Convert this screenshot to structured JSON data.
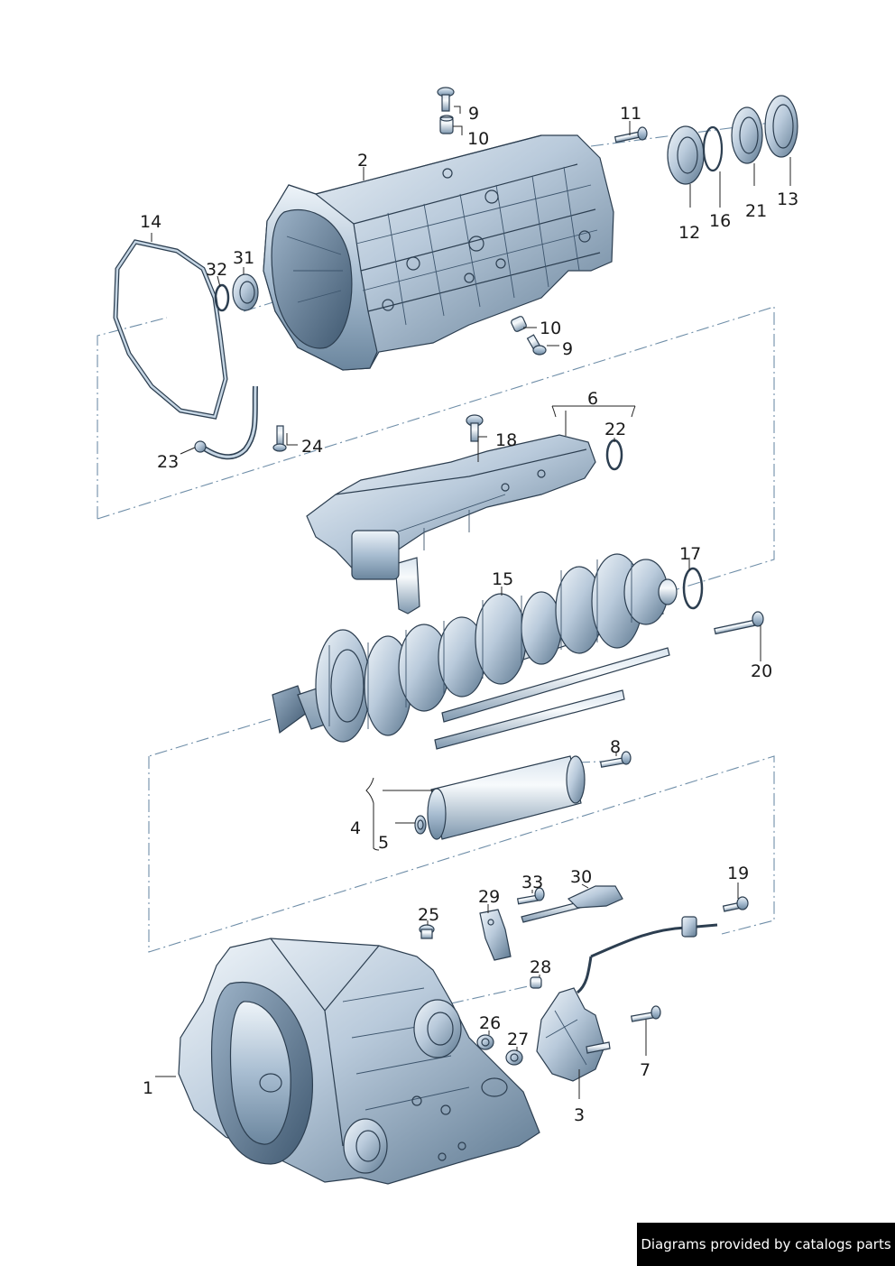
{
  "diagram": {
    "callouts": {
      "c1": "1",
      "c2": "2",
      "c3": "3",
      "c4": "4",
      "c5": "5",
      "c6": "6",
      "c7": "7",
      "c8": "8",
      "c9a": "9",
      "c9b": "9",
      "c10a": "10",
      "c10b": "10",
      "c11": "11",
      "c12": "12",
      "c13": "13",
      "c14": "14",
      "c15": "15",
      "c16": "16",
      "c17": "17",
      "c18": "18",
      "c19": "19",
      "c20": "20",
      "c21": "21",
      "c22": "22",
      "c23": "23",
      "c24": "24",
      "c25": "25",
      "c26": "26",
      "c27": "27",
      "c28": "28",
      "c29": "29",
      "c30": "30",
      "c31": "31",
      "c32": "32",
      "c33": "33"
    }
  },
  "footer": {
    "credit": "Diagrams provided by catalogs parts"
  },
  "colors": {
    "metal_light": "#e3ecf4",
    "metal_mid": "#9fb5ca",
    "metal_dark": "#5d7890",
    "outline": "#2c3e50",
    "dashline": "#6f8ea8"
  }
}
